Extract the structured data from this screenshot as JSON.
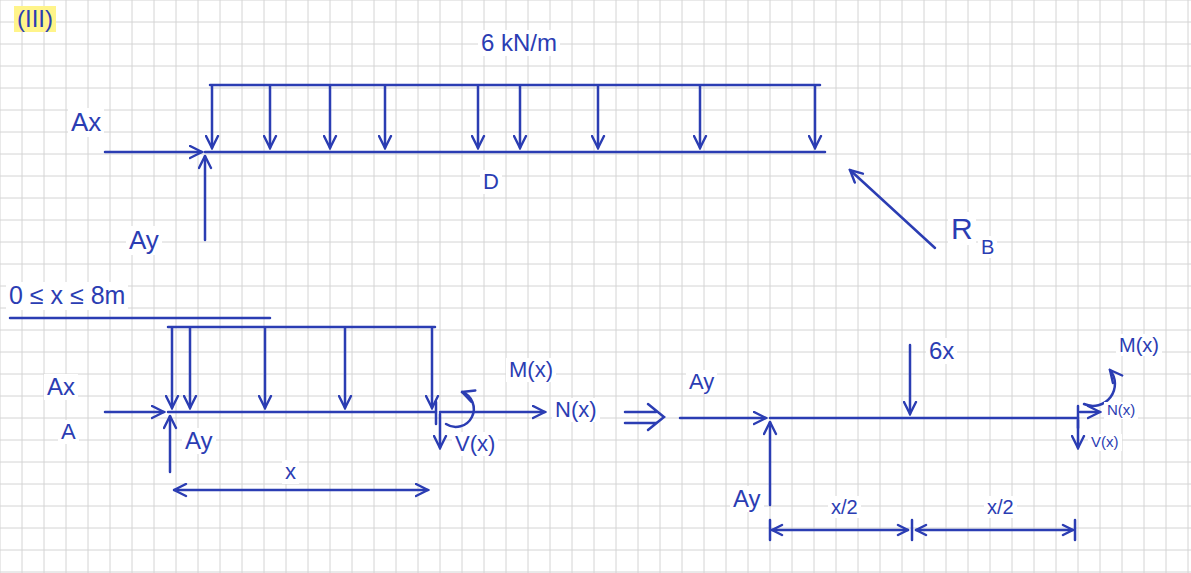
{
  "diagram": {
    "labels": [
      "(III)",
      "6 kN/m",
      "Ax",
      "Ay",
      "D",
      "R",
      "B",
      "0 ≤ x ≤ 8m",
      "Ax",
      "A",
      "Ay",
      "x",
      "M(x)",
      "N(x)",
      "V(x)",
      "Ay",
      "6x",
      "M(x)",
      "N(x)",
      "V(x)",
      "Ay",
      "x/2",
      "x/2"
    ]
  }
}
